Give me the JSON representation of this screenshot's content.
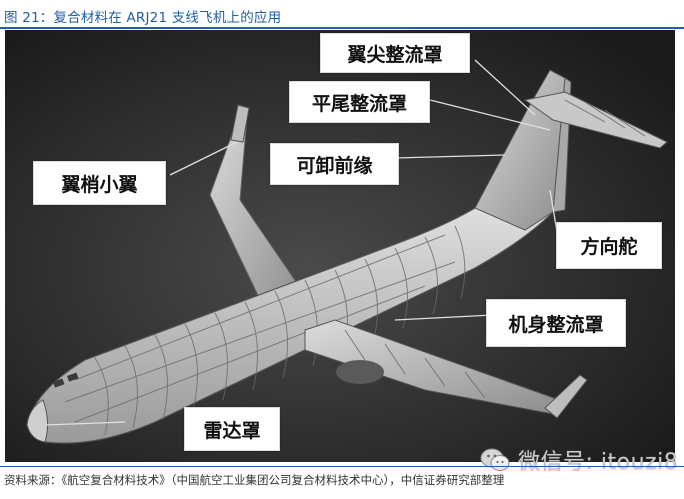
{
  "figure": {
    "title": "图 21：复合材料在 ARJ21 支线飞机上的应用"
  },
  "callouts": {
    "wingtip_fairing": "翼尖整流罩",
    "horizontal_tail_fairing": "平尾整流罩",
    "removable_leading_edge": "可卸前缘",
    "winglet": "翼梢小翼",
    "rudder": "方向舵",
    "fuselage_fairing": "机身整流罩",
    "radome": "雷达罩"
  },
  "footer": {
    "source": "资料来源：《航空复合材料技术》（中国航空工业集团公司复合材料技术中心），中信证券研究部整理"
  },
  "watermark": {
    "text": "微信号: itouzi8",
    "icon": "wechat-icon"
  }
}
